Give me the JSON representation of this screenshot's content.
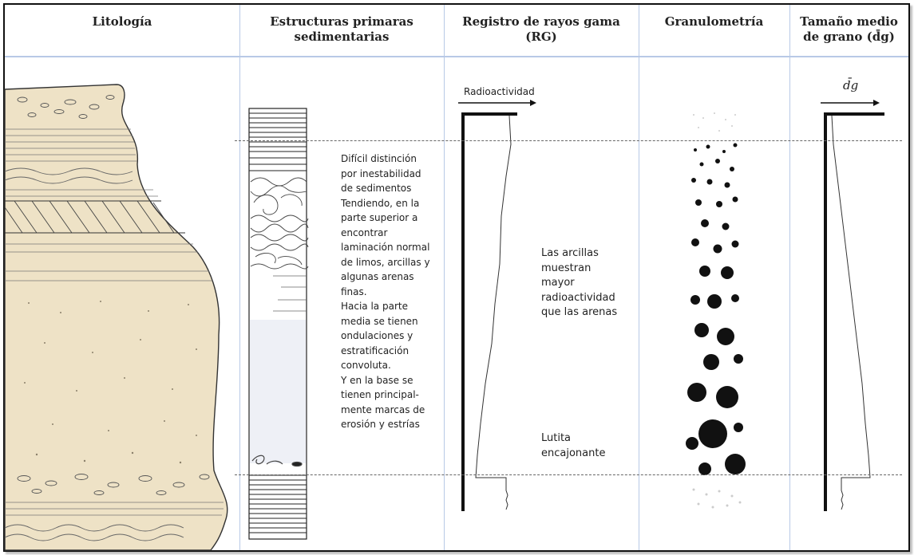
{
  "headers": {
    "litologia": "Litología",
    "estructuras_line1": "Estructuras primaras",
    "estructuras_line2": "sedimentarias",
    "registro_line1": "Registro de rayos gama",
    "registro_line2": "(RG)",
    "granulometria": "Granulometría",
    "tamano_line1": "Tamaño medio",
    "tamano_line2": "de grano",
    "tamano_symbol": "(d̄g)"
  },
  "structures_text": [
    "Difícil distinción",
    "por inestabilidad",
    "de sedimentos",
    "Tendiendo, en la",
    "parte superior a",
    "encontrar",
    "laminación normal",
    "de limos, arcillas y",
    "algunas arenas",
    "finas.",
    "Hacia la parte",
    "media se tienen",
    "ondulaciones y",
    "estratificación",
    "convoluta.",
    "Y en la base se",
    "tienen principal-",
    "mente marcas de",
    "erosión y estrías"
  ],
  "gamma": {
    "arrow_label": "Radioactividad",
    "note_lines": [
      "Las arcillas",
      "muestran",
      "mayor",
      "radioactividad",
      "que las arenas"
    ],
    "lutita_lines": [
      "Lutita",
      "encajonante"
    ]
  },
  "grain_size": {
    "arrow_label": "d̄g"
  },
  "colors": {
    "border": "#111111",
    "grid": "#b8c9e6",
    "sand": "#eee2c6",
    "dashed": "#666666"
  }
}
